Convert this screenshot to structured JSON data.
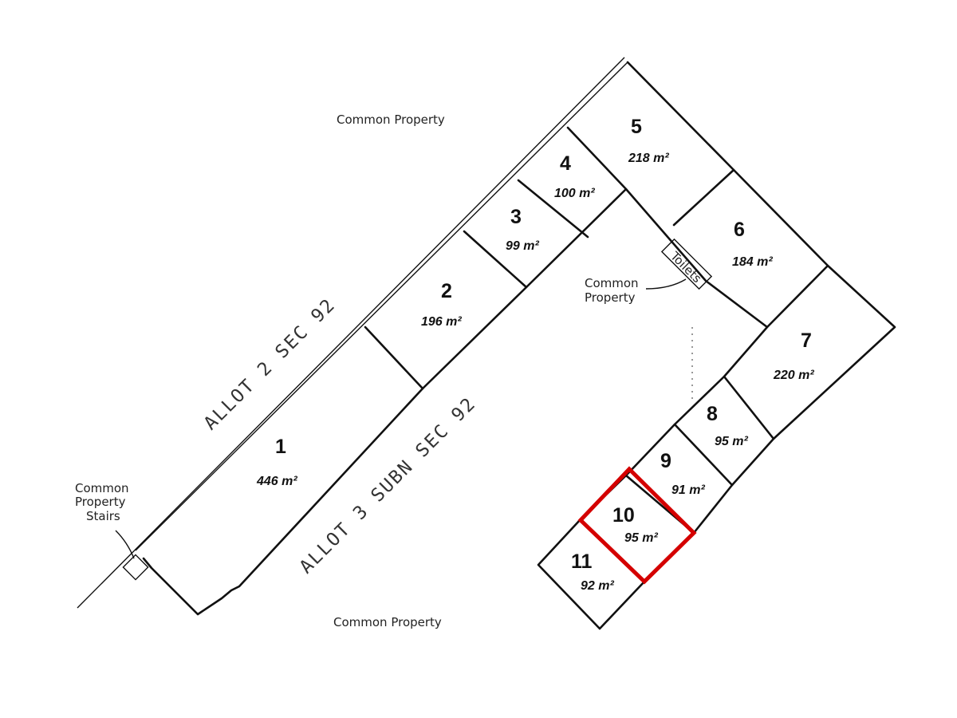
{
  "colors": {
    "ink": "#111111",
    "highlight": "#d40000"
  },
  "labels": {
    "common_top": "Common Property",
    "common_bottom": "Common Property",
    "allot_top": "ALLOT 2 SEC 92",
    "allot_bottom": "ALLOT 3 SUBN SEC 92",
    "stairs_line1": "Common",
    "stairs_line2": "Property",
    "stairs_line3": "Stairs",
    "toilets": "Toilets",
    "common_mid_line1": "Common",
    "common_mid_line2": "Property"
  },
  "units": [
    {
      "number": "1",
      "area": "446 m²"
    },
    {
      "number": "2",
      "area": "196 m²"
    },
    {
      "number": "3",
      "area": "99 m²"
    },
    {
      "number": "4",
      "area": "100 m²"
    },
    {
      "number": "5",
      "area": "218 m²"
    },
    {
      "number": "6",
      "area": "184 m²"
    },
    {
      "number": "7",
      "area": "220 m²"
    },
    {
      "number": "8",
      "area": "95 m²"
    },
    {
      "number": "9",
      "area": "91 m²"
    },
    {
      "number": "10",
      "area": "95 m²",
      "highlighted": true
    },
    {
      "number": "11",
      "area": "92 m²"
    }
  ]
}
